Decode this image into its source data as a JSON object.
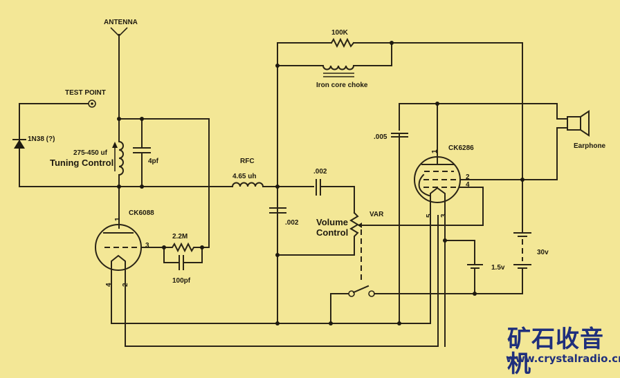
{
  "diagram": {
    "title": "Two-tube regenerative radio schematic",
    "background_color": "#f3e796",
    "line_color": "#2a2416",
    "labels": {
      "antenna": "ANTENNA",
      "test_point": "TEST POINT",
      "diode": "1N38 (?)",
      "tuning_value": "275-450 uf",
      "tuning_name": "Tuning Control",
      "cap_4pf": "4pf",
      "rfc": "RFC",
      "rfc_value": "4.65 uh",
      "tube1": "CK6088",
      "grid_resistor": "2.2M",
      "grid_cap": "100pf",
      "feedback_resistor": "100K",
      "choke": "Iron core choke",
      "cap_005": ".005",
      "cap_002_coupling": ".002",
      "cap_002_bypass": ".002",
      "volume_name_1": "Volume",
      "volume_name_2": "Control",
      "var": "VAR",
      "tube2": "CK6286",
      "earphone": "Earphone",
      "battery_a": "1.5v",
      "battery_b": "30v"
    },
    "pins": {
      "t1_p1": "1",
      "t1_p3": "3",
      "t1_p4": "4",
      "t1_p2": "2",
      "t2_p1": "1",
      "t2_p2": "2",
      "t2_p4": "4",
      "t2_p5": "5",
      "t2_p3": "3"
    }
  },
  "branding": {
    "chinese": "矿石收音机",
    "url": "www.crystalradio.cn",
    "color": "#1f2f7c"
  }
}
